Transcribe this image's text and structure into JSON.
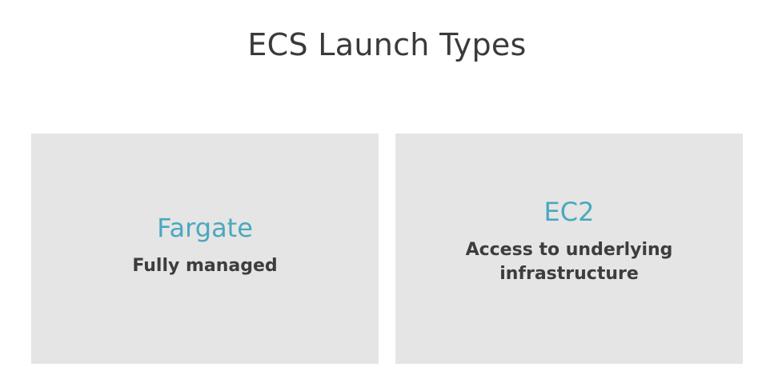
{
  "title": "ECS Launch Types",
  "cards": [
    {
      "heading": "Fargate",
      "description": "Fully managed"
    },
    {
      "heading": "EC2",
      "description_line1": "Access to underlying",
      "description_line2": "infrastructure"
    }
  ],
  "colors": {
    "accent": "#4aa8bd",
    "card_background": "#e5e5e5",
    "text": "#3d3d3d"
  }
}
